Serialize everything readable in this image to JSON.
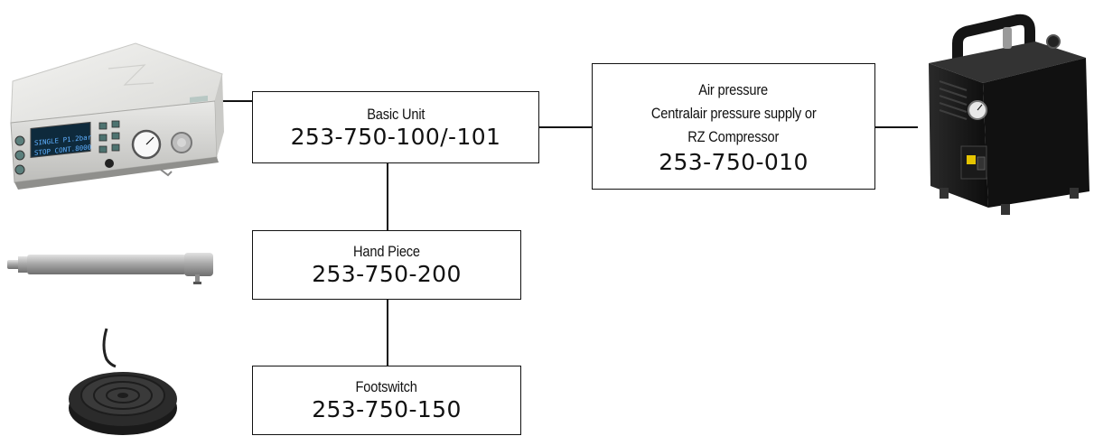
{
  "boxes": {
    "basic_unit": {
      "title": "Basic Unit",
      "part_no": "253-750-100/-101"
    },
    "air_pressure": {
      "lines": [
        "Air pressure",
        "Centralair pressure supply or",
        "RZ Compressor"
      ],
      "part_no": "253-750-010"
    },
    "hand_piece": {
      "title": "Hand Piece",
      "part_no": "253-750-200"
    },
    "footswitch": {
      "title": "Footswitch",
      "part_no": "253-750-150"
    }
  },
  "images": {
    "basic_unit_device": "control-unit-photo",
    "compressor": "compressor-photo",
    "hand_piece": "hand-piece-photo",
    "footswitch": "footswitch-photo"
  },
  "device_display_lines": [
    "SINGLE P1.2bar",
    "STOP CONT.8000"
  ]
}
